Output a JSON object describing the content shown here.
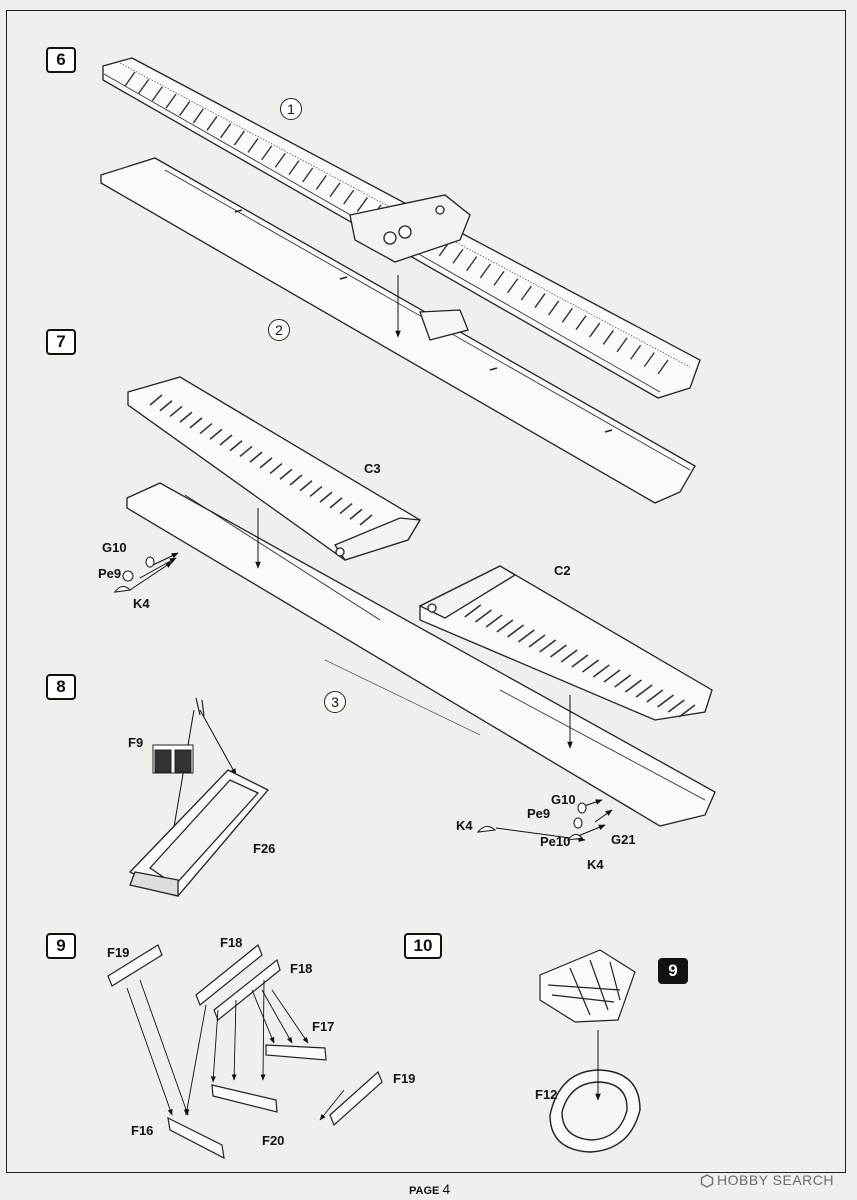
{
  "steps": [
    {
      "label": "6",
      "style": "outline"
    },
    {
      "label": "7",
      "style": "outline"
    },
    {
      "label": "8",
      "style": "outline"
    },
    {
      "label": "9",
      "style": "outline"
    },
    {
      "label": "10",
      "style": "outline"
    },
    {
      "label": "9",
      "style": "inverted"
    }
  ],
  "assembly_markers": [
    "1",
    "2",
    "3"
  ],
  "part_labels": {
    "c3": "C3",
    "c2": "C2",
    "g10_left": "G10",
    "pe9_left": "Pe9",
    "k4_left": "K4",
    "g10_right": "G10",
    "pe9_right": "Pe9",
    "pe10": "Pe10",
    "g21": "G21",
    "k4_right_1": "K4",
    "k4_right_2": "K4",
    "f9": "F9",
    "f26": "F26",
    "f19_top": "F19",
    "f18_a": "F18",
    "f18_b": "F18",
    "f17": "F17",
    "f19_right": "F19",
    "f16": "F16",
    "f20": "F20",
    "f12": "F12"
  },
  "footer": {
    "page_label": "PAGE",
    "page_number": "4"
  },
  "watermark": {
    "text": "HOBBY SEARCH"
  },
  "colors": {
    "ink": "#111111",
    "paper": "#efefec",
    "watermark": "#6b6b6b"
  }
}
